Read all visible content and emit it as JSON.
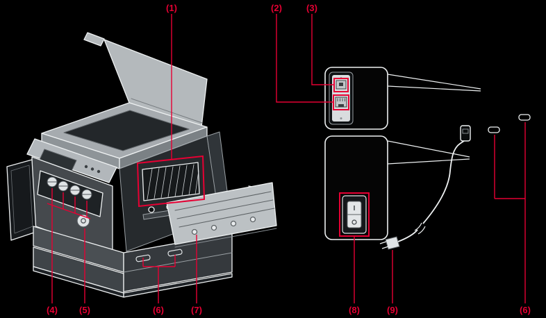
{
  "page": {
    "background_color": "#000000",
    "artwork_line_color": "#eef1f2",
    "callout_color": "#e60033"
  },
  "callouts": {
    "top": [
      {
        "text": "(1)"
      },
      {
        "text": "(2)"
      },
      {
        "text": "(3)"
      }
    ],
    "bottom": [
      {
        "text": "(4)"
      },
      {
        "text": "(5)"
      },
      {
        "text": "(6)"
      },
      {
        "text": "(7)"
      },
      {
        "text": "(8)"
      },
      {
        "text": "(9)"
      },
      {
        "text": "(6)"
      }
    ]
  }
}
